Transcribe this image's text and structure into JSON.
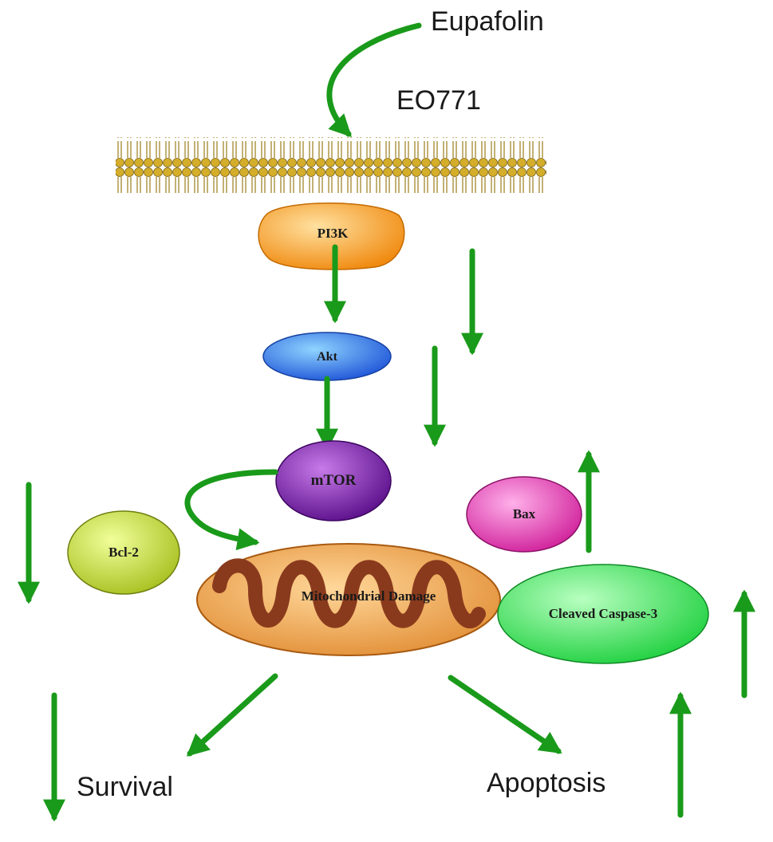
{
  "labels": {
    "drug": "Eupafolin",
    "cell_line": "EO771",
    "survival": "Survival",
    "apoptosis": "Apoptosis"
  },
  "nodes": {
    "pi3k": "PI3K",
    "akt": "Akt",
    "mtor": "mTOR",
    "bcl2": "Bcl-2",
    "bax": "Bax",
    "mito": "Mitochondrial Damage",
    "caspase": "Cleaved Caspase-3"
  },
  "colors": {
    "arrow": "#1a9a1a",
    "membrane": "#c9a227",
    "pi3k": "#f5a623",
    "akt": "#2f6fe0",
    "mtor": "#7a1fa8",
    "bcl2": "#c8e046",
    "bax": "#e640b4",
    "mito_outer": "#f0a94a",
    "mito_inner": "#8a3a1c",
    "caspase": "#3ee65a"
  },
  "regulation": {
    "pi3k": "down",
    "akt": "down",
    "bcl2": "down",
    "survival": "down",
    "bax": "up",
    "caspase": "up",
    "apoptosis": "up"
  }
}
